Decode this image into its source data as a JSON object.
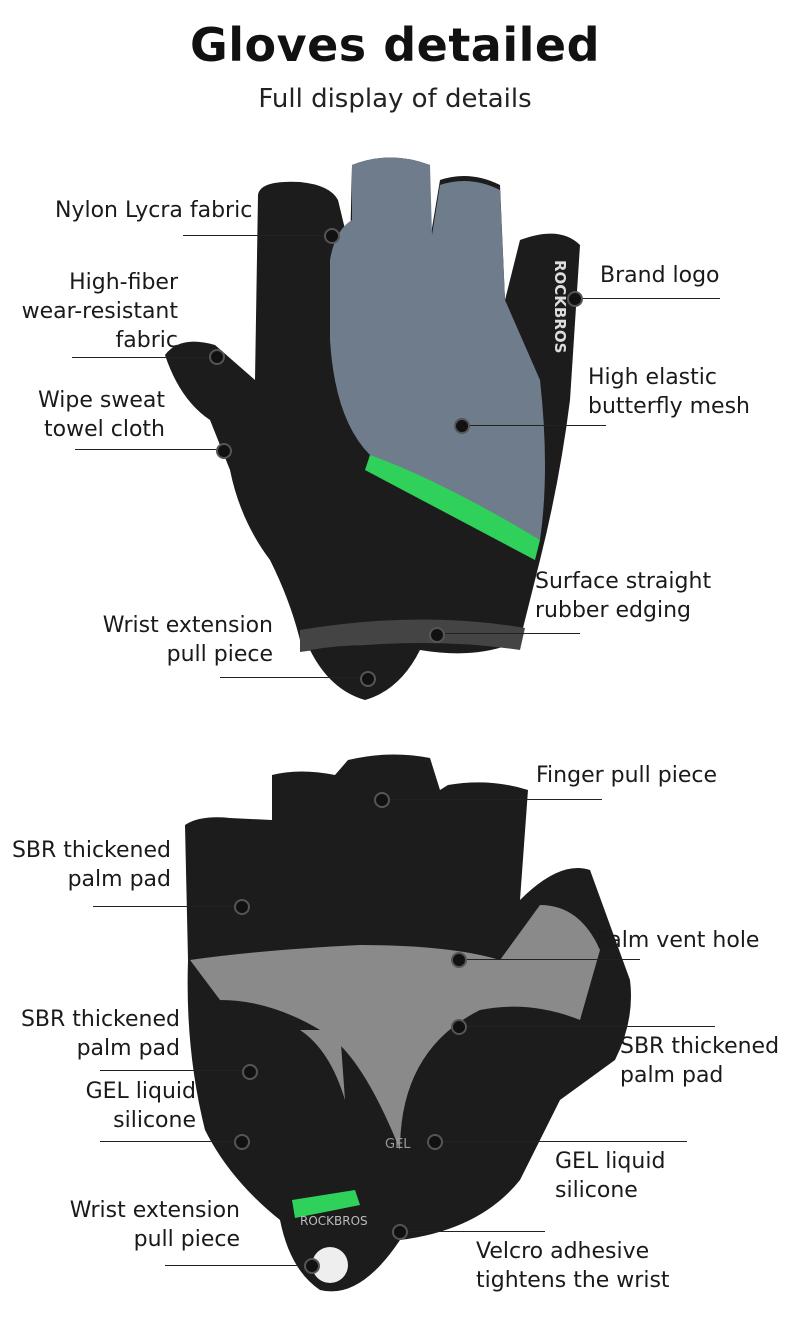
{
  "header": {
    "title": "Gloves detailed",
    "subtitle": "Full display of details"
  },
  "back_labels": [
    {
      "lines": [
        "Nylon Lycra fabric"
      ]
    },
    {
      "lines": [
        "High-fiber",
        "wear-resistant",
        "fabric"
      ]
    },
    {
      "lines": [
        "Wipe sweat",
        "towel cloth"
      ]
    },
    {
      "lines": [
        "Wrist extension",
        "pull piece"
      ]
    },
    {
      "lines": [
        "Brand logo"
      ]
    },
    {
      "lines": [
        "High elastic",
        "butterfly mesh"
      ]
    },
    {
      "lines": [
        "Surface straight",
        "rubber edging"
      ]
    }
  ],
  "palm_labels": [
    {
      "lines": [
        "Finger pull piece"
      ]
    },
    {
      "lines": [
        "SBR thickened",
        "palm pad"
      ]
    },
    {
      "lines": [
        "Palm vent hole"
      ]
    },
    {
      "lines": [
        "SBR thickened",
        "palm pad"
      ]
    },
    {
      "lines": [
        "SBR thickened",
        "palm pad"
      ]
    },
    {
      "lines": [
        "GEL liquid",
        "silicone"
      ]
    },
    {
      "lines": [
        "GEL liquid",
        "silicone"
      ]
    },
    {
      "lines": [
        "Wrist extension",
        "pull piece"
      ]
    },
    {
      "lines": [
        "Velcro adhesive",
        "tightens the wrist"
      ]
    }
  ],
  "brand": "ROCKBROS",
  "gel_mark": "GEL",
  "colors": {
    "accent_green": "#2fd15a",
    "mesh_gray": "#6e7c8c",
    "body_black": "#1c1c1c"
  }
}
